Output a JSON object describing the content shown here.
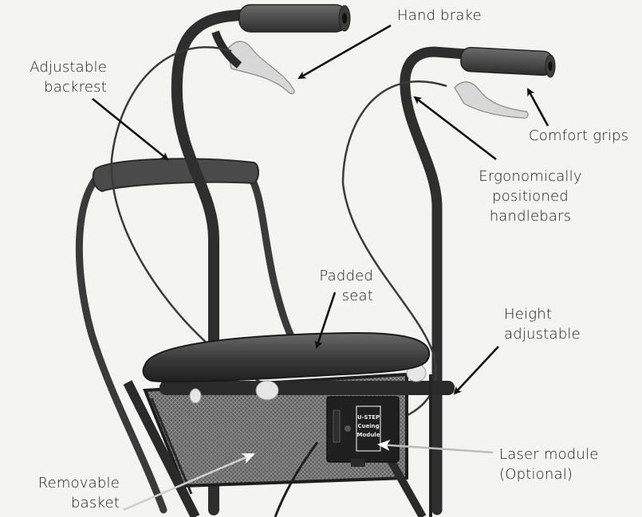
{
  "figure": {
    "subject": "Walker with seat (U-Step style) — annotated features",
    "background_color": "#f4f4f3",
    "frame_color": "#2b2b2b",
    "label_color": "#1a1a1a"
  },
  "callouts": [
    {
      "id": "hand-brake",
      "lines": [
        "Hand brake"
      ]
    },
    {
      "id": "adjustable-backrest",
      "lines": [
        "Adjustable",
        "backrest"
      ]
    },
    {
      "id": "comfort-grips",
      "lines": [
        "Comfort grips"
      ]
    },
    {
      "id": "ergonomic-handlebars",
      "lines": [
        "Ergonomically",
        "positioned",
        "handlebars"
      ]
    },
    {
      "id": "padded-seat",
      "lines": [
        "Padded",
        "seat"
      ]
    },
    {
      "id": "height-adjustable",
      "lines": [
        "Height",
        "adjustable"
      ]
    },
    {
      "id": "laser-module",
      "lines": [
        "Laser module",
        "(Optional)"
      ]
    },
    {
      "id": "removable-basket",
      "lines": [
        "Removable",
        "basket"
      ]
    }
  ],
  "module_panel": {
    "lines": [
      "U-STEP",
      "Cueing",
      "Module"
    ]
  }
}
